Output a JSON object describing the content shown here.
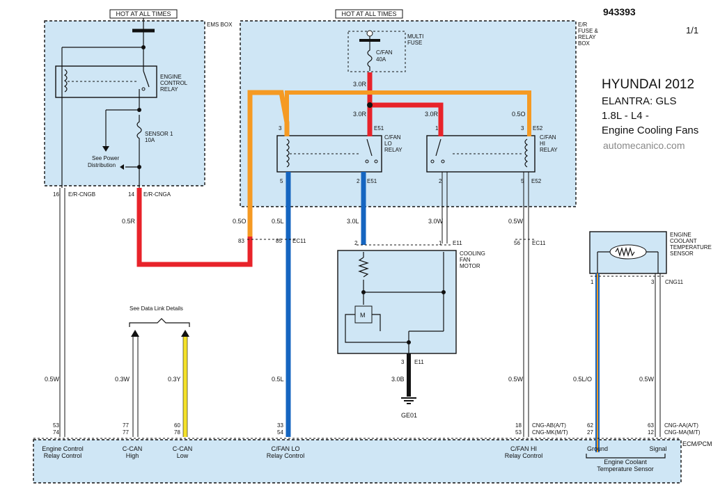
{
  "header": {
    "doc_id": "943393",
    "page": "1/1",
    "title_make": "HYUNDAI 2012",
    "title_model": "ELANTRA: GLS",
    "title_engine": "1.8L - L4 -",
    "title_system": "Engine Cooling Fans",
    "watermark": "automecanico.com"
  },
  "hot_labels": [
    "HOT AT ALL TIMES",
    "HOT AT ALL TIMES"
  ],
  "boxes": {
    "ems_box": "EMS BOX",
    "er_box": [
      "E/R",
      "FUSE &",
      "RELAY",
      "BOX"
    ],
    "multi_fuse": [
      "MULTI",
      "FUSE"
    ],
    "ecm": "ECM/PCM"
  },
  "components": {
    "engine_control_relay": [
      "ENGINE",
      "CONTROL",
      "RELAY"
    ],
    "sensor1_fuse": [
      "SENSOR 1",
      "10A"
    ],
    "cfan_fuse": [
      "C/FAN",
      "40A"
    ],
    "see_power": [
      "See Power",
      "Distribution"
    ],
    "cfan_lo_relay": [
      "C/FAN",
      "LO",
      "RELAY"
    ],
    "cfan_hi_relay": [
      "C/FAN",
      "HI",
      "RELAY"
    ],
    "cooling_fan_motor": [
      "COOLING",
      "FAN",
      "MOTOR"
    ],
    "motor_symbol": "M",
    "ect_sensor": [
      "ENGINE",
      "COOLANT",
      "TEMPERATURE",
      "SENSOR"
    ],
    "data_link": "See Data Link Details",
    "ground": "GE01"
  },
  "wire_labels": {
    "w_30R_a": "3.0R",
    "w_30R_b": "3.0R",
    "w_30R_c": "3.0R",
    "w_05O_top": "0.5O",
    "w_05R": "0.5R",
    "w_05O": "0.5O",
    "w_05L_a": "0.5L",
    "w_30L": "3.0L",
    "w_30W": "3.0W",
    "w_05W_a": "0.5W",
    "w_05W_left": "0.5W",
    "w_03W": "0.3W",
    "w_03Y": "0.3Y",
    "w_05L_b": "0.5L",
    "w_30B": "3.0B",
    "w_05W_b": "0.5W",
    "w_05LO": "0.5L/O",
    "w_05W_c": "0.5W"
  },
  "pins": {
    "p16": "16",
    "p_ercngb": "E/R-CNGB",
    "p14": "14",
    "p_ercnga": "E/R-CNGA",
    "p3_lo": "3",
    "p1_hi": "1",
    "p3_hi": "3",
    "p_e51_top": "E51",
    "p_e52_top": "E52",
    "p5_lo": "5",
    "p2_lo": "2",
    "p_e51_bot": "E51",
    "p2_hi": "2",
    "p5_hi": "5",
    "p_e52_bot": "E52",
    "p83": "83",
    "p85": "85",
    "p_ec11_a": "EC11",
    "p2_m": "2",
    "p1_m": "1",
    "p_e11_a": "E11",
    "p56": "56",
    "p_ec11_b": "EC11",
    "p3_m": "3",
    "p_e11_b": "E11",
    "p1_s": "1",
    "p3_s": "3",
    "p_cng11": "CNG11",
    "p53": "53",
    "p74": "74",
    "p77a": "77",
    "p77b": "77",
    "p60": "60",
    "p78": "78",
    "p33": "33",
    "p54": "54",
    "p18": "18",
    "p53b": "53",
    "p_cngab": "CNG-AB(A/T)",
    "p_cngmk": "CNG-MK(M/T)",
    "p62": "62",
    "p27": "27",
    "p63": "63",
    "p12": "12",
    "p_cngaa": "CNG-AA(A/T)",
    "p_cngma": "CNG-MA(M/T)"
  },
  "ecm_labels": {
    "relay_ctrl": [
      "Engine Control",
      "Relay Control"
    ],
    "ccan_high": [
      "C-CAN",
      "High"
    ],
    "ccan_low": [
      "C-CAN",
      "Low"
    ],
    "cfan_lo_ctrl": [
      "C/FAN LO",
      "Relay Control"
    ],
    "cfan_hi_ctrl": [
      "C/FAN HI",
      "Relay Control"
    ],
    "ground": "Ground",
    "signal": "Signal",
    "ect": [
      "Engine Coolant",
      "Temperature Sensor"
    ]
  },
  "colors": {
    "red": "#e8232a",
    "orange": "#f59a23",
    "blue": "#1565c0",
    "yellow": "#f4e12a",
    "black": "#111111",
    "box_fill": "#cfe6f5"
  }
}
